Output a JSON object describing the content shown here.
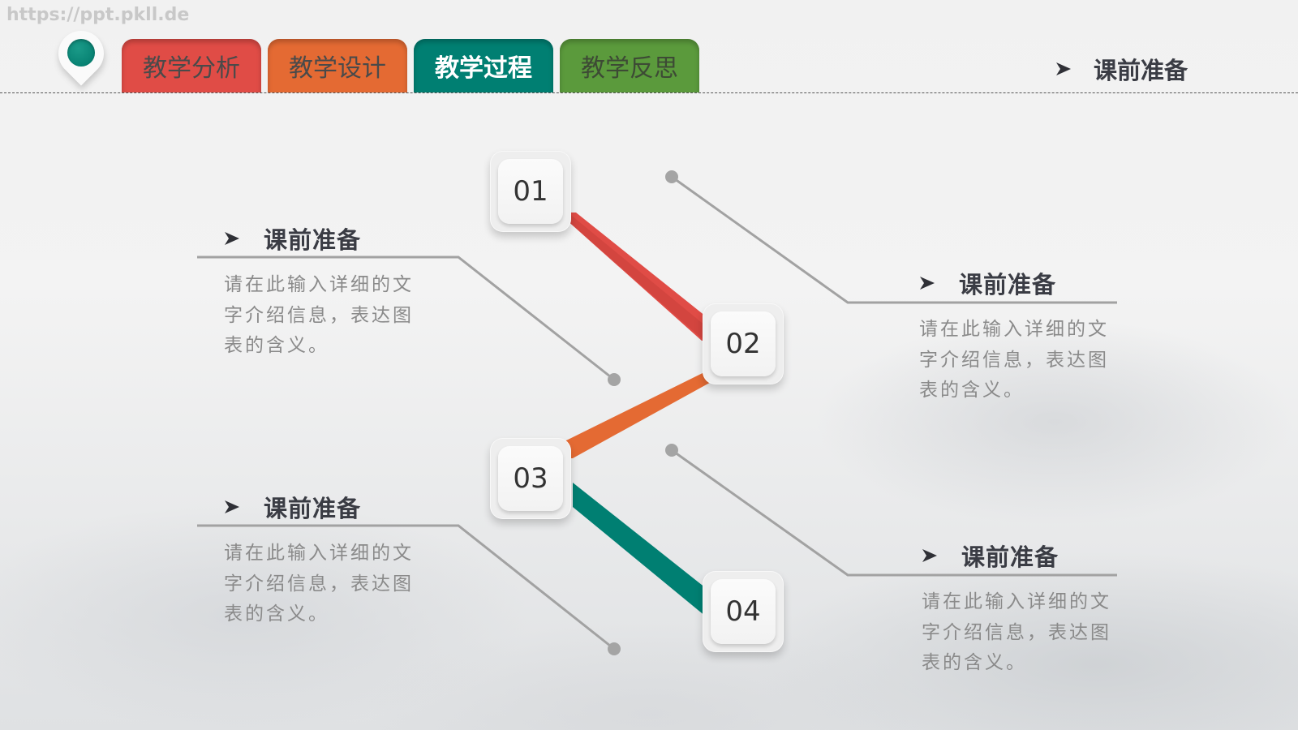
{
  "watermark": "https://ppt.pkll.de",
  "tabs": [
    {
      "label": "教学分析",
      "color": "#e04c46",
      "active": false
    },
    {
      "label": "教学设计",
      "color": "#e46a33",
      "active": false
    },
    {
      "label": "教学过程",
      "color": "#007f72",
      "active": true
    },
    {
      "label": "教学反思",
      "color": "#5b9a3c",
      "active": false
    }
  ],
  "header": {
    "current_section": "课前准备"
  },
  "steps": [
    {
      "number": "01",
      "connector_color": "#e04c46"
    },
    {
      "number": "02",
      "connector_color": "#e46a33"
    },
    {
      "number": "03",
      "connector_color": "#007f72"
    },
    {
      "number": "04",
      "connector_color": null
    }
  ],
  "info_blocks": [
    {
      "title": "课前准备",
      "line1": "请在此输入详细的文",
      "line2": "字介绍信息，表达图",
      "line3": "表的含义。"
    },
    {
      "title": "课前准备",
      "line1": "请在此输入详细的文",
      "line2": "字介绍信息，表达图",
      "line3": "表的含义。"
    },
    {
      "title": "课前准备",
      "line1": "请在此输入详细的文",
      "line2": "字介绍信息，表达图",
      "line3": "表的含义。"
    },
    {
      "title": "课前准备",
      "line1": "请在此输入详细的文",
      "line2": "字介绍信息，表达图",
      "line3": "表的含义。"
    }
  ],
  "colors": {
    "accent_red": "#e04c46",
    "accent_orange": "#e46a33",
    "accent_teal": "#007f72",
    "accent_green": "#5b9a3c",
    "title_text": "#3a3c44",
    "body_text": "#8a8a8a",
    "connector_line": "#a2a2a2"
  }
}
